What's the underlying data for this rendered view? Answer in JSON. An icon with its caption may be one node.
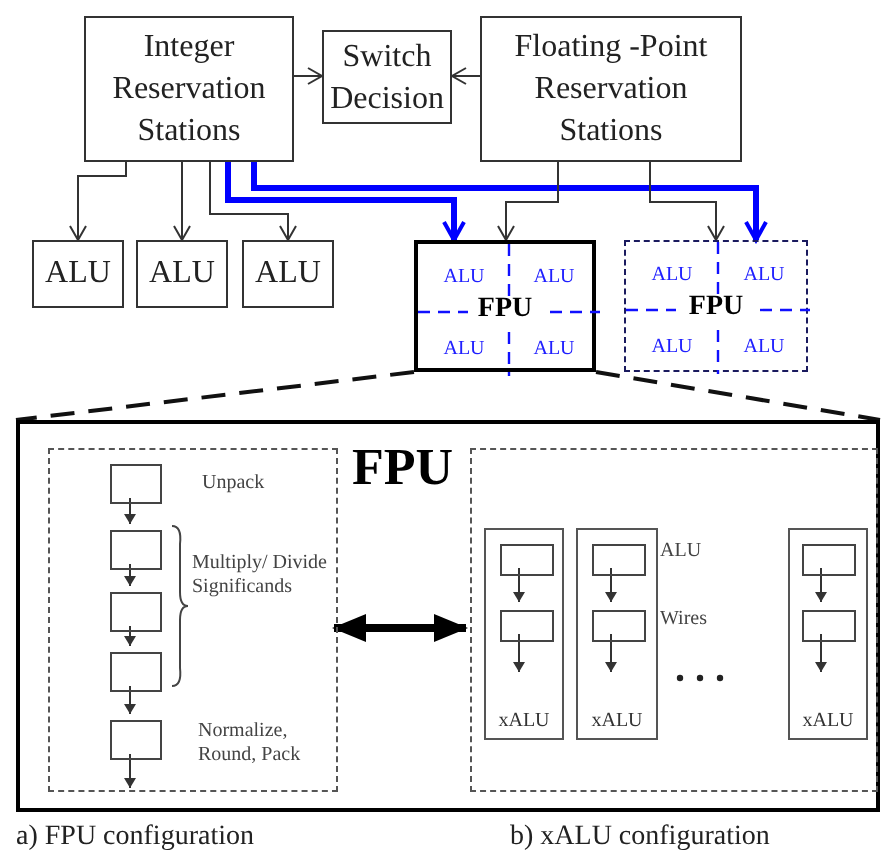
{
  "diagram": {
    "nodes": [
      {
        "text": [
          "Integer Reservation Stations"
        ]
      },
      {
        "text": [
          "Switch Decision"
        ]
      },
      {
        "text": [
          "Floating -Point Reservation Stations"
        ]
      },
      {
        "text": [
          "ALU"
        ]
      },
      {
        "text": [
          "ALU"
        ]
      },
      {
        "text": [
          "ALU"
        ]
      },
      {
        "text": [
          "FPU"
        ]
      },
      {
        "text": [
          "ALU"
        ],
        "in": 6
      },
      {
        "text": [
          "ALU"
        ],
        "in": 6
      },
      {
        "text": [
          "ALU"
        ],
        "in": 6
      },
      {
        "text": [
          "ALU"
        ],
        "in": 6
      },
      {
        "text": [
          "FPU"
        ]
      },
      {
        "text": [
          "ALU"
        ],
        "in": 11
      },
      {
        "text": [
          "ALU"
        ],
        "in": 11
      },
      {
        "text": [
          "ALU"
        ],
        "in": 11
      },
      {
        "text": [
          "ALU"
        ],
        "in": 11
      },
      {
        "text": [
          "FPU"
        ]
      },
      {
        "text": [],
        "shape": "box",
        "in": 16
      },
      {
        "text": [],
        "shape": "box",
        "in": 17,
        "beside": [
          "Unpack"
        ]
      },
      {
        "text": [],
        "shape": "box",
        "in": 17
      },
      {
        "text": [],
        "shape": "box",
        "in": 17
      },
      {
        "text": [],
        "shape": "box",
        "in": 17
      },
      {
        "text": [],
        "shape": "box",
        "in": 17,
        "beside": [
          "Normalize, Round, Pack"
        ]
      },
      {
        "text": [],
        "shape": "box",
        "in": 16
      },
      {
        "text": [
          "xALU"
        ],
        "in": 23
      },
      {
        "text": [],
        "shape": "box",
        "in": 24
      },
      {
        "text": [],
        "shape": "box",
        "in": 24
      },
      {
        "text": [
          "xALU"
        ],
        "in": 23
      },
      {
        "text": [],
        "shape": "box",
        "in": 27
      },
      {
        "text": [],
        "shape": "box",
        "in": 27
      },
      {
        "text": [
          "xALU"
        ],
        "in": 23
      },
      {
        "text": [],
        "shape": "box",
        "in": 30
      },
      {
        "text": [],
        "shape": "box",
        "in": 30
      }
    ],
    "edges": [
      {
        "from": 0,
        "to": 1,
        "arrow": "to"
      },
      {
        "from": 2,
        "to": 1,
        "arrow": "to"
      },
      {
        "from": 0,
        "to": 3,
        "arrow": "to"
      },
      {
        "from": 0,
        "to": 4,
        "arrow": "to"
      },
      {
        "from": 0,
        "to": 5,
        "arrow": "to"
      },
      {
        "from": 0,
        "to": 6,
        "arrow": "to",
        "style": "thick",
        "color": "#0000ff"
      },
      {
        "from": 0,
        "to": 11,
        "arrow": "to",
        "style": "thick",
        "color": "#0000ff"
      },
      {
        "from": 2,
        "to": 6,
        "arrow": "to"
      },
      {
        "from": 2,
        "to": 11,
        "arrow": "to"
      },
      {
        "from": 6,
        "to": 16,
        "arrow": "none",
        "style": "dashed"
      },
      {
        "from": 6,
        "to": 16,
        "arrow": "none",
        "style": "dashed"
      },
      {
        "from": 18,
        "to": 19,
        "arrow": "to"
      },
      {
        "from": 19,
        "to": 20,
        "arrow": "to"
      },
      {
        "from": 20,
        "to": 21,
        "arrow": "to"
      },
      {
        "from": 21,
        "to": 22,
        "arrow": "to"
      },
      {
        "from": 22,
        "to": 17,
        "arrow": "to"
      },
      {
        "from": 25,
        "to": 26,
        "arrow": "to"
      },
      {
        "from": 26,
        "to": null,
        "arrow": "to"
      },
      {
        "from": 28,
        "to": 29,
        "arrow": "to"
      },
      {
        "from": 29,
        "to": null,
        "arrow": "to"
      },
      {
        "from": 31,
        "to": 32,
        "arrow": "to"
      },
      {
        "from": 32,
        "to": null,
        "arrow": "to"
      },
      {
        "from": 17,
        "to": 23,
        "arrow": "both",
        "style": "thick"
      }
    ],
    "labels": [
      "Multiply/ Divide Significands",
      "ALU",
      "Wires",
      "a) FPU configuration",
      "b) xALU configuration"
    ]
  }
}
